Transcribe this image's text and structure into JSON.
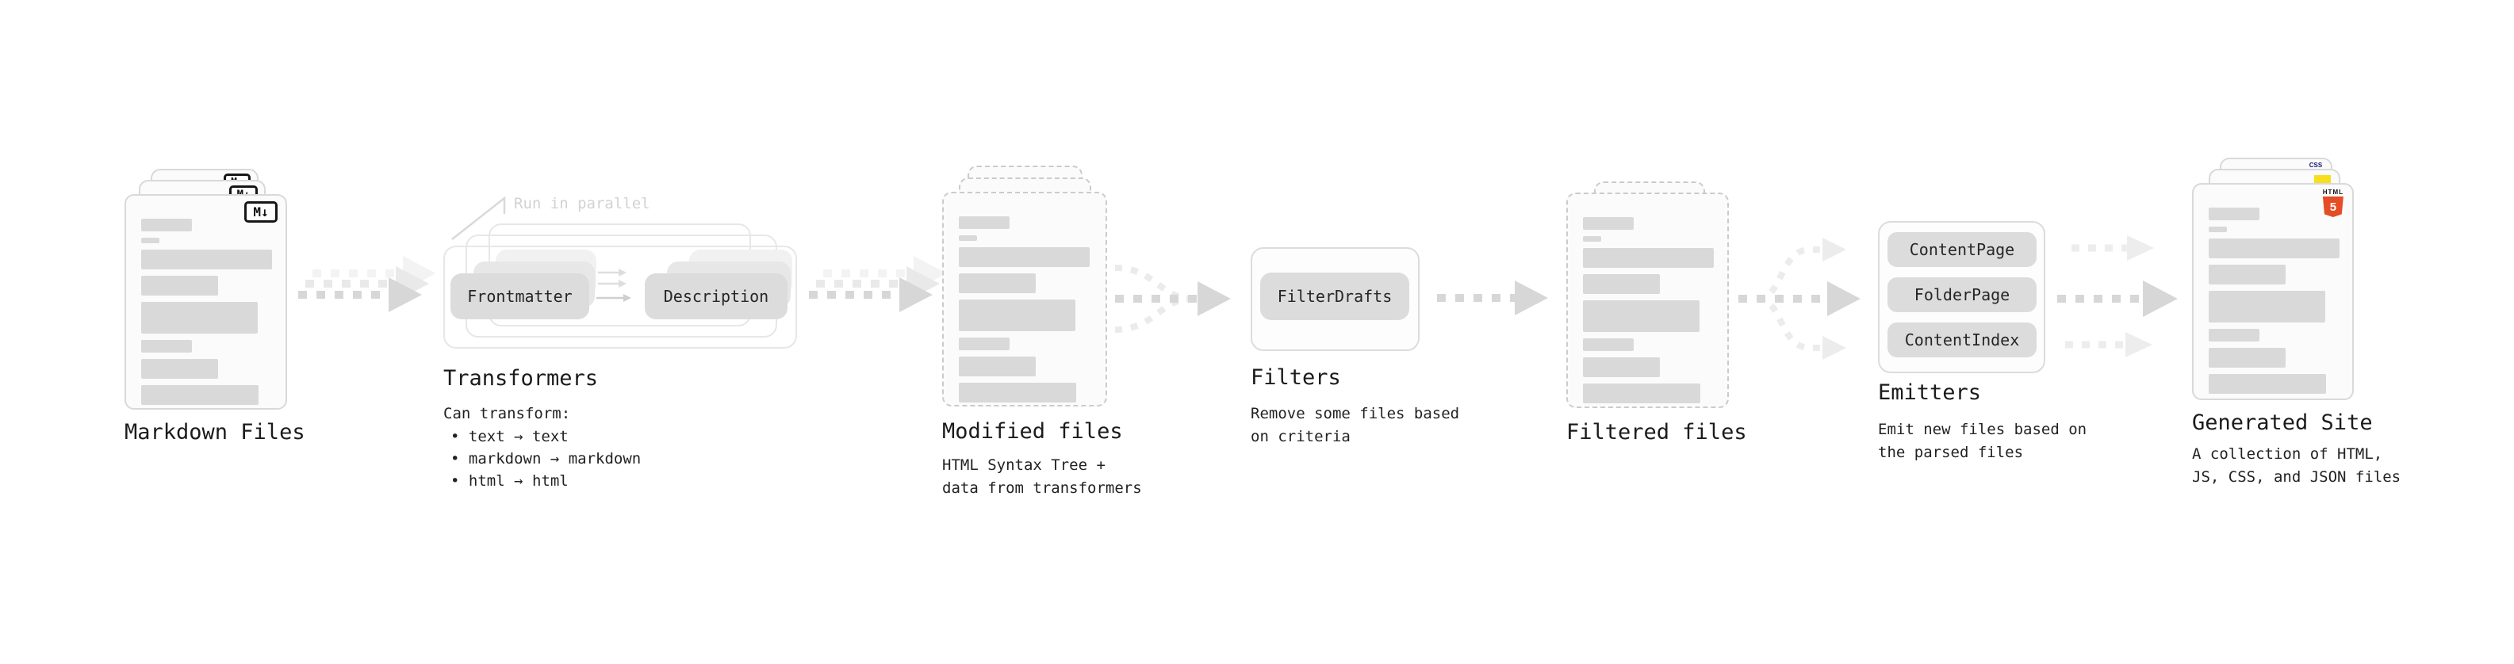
{
  "pipeline": {
    "markdown": {
      "label": "Markdown Files",
      "badge": "M↓"
    },
    "transformers": {
      "label": "Transformers",
      "parallel_note": "Run in parallel",
      "pill_left": "Frontmatter",
      "pill_right": "Description",
      "desc_heading": "Can transform:",
      "bullets": [
        "• text → text",
        "• markdown → markdown",
        "• html → html"
      ]
    },
    "modified": {
      "label": "Modified files",
      "desc": "HTML Syntax Tree +\ndata from transformers"
    },
    "filters": {
      "label": "Filters",
      "pill": "FilterDrafts",
      "desc": "Remove some files based\non criteria"
    },
    "filtered": {
      "label": "Filtered files"
    },
    "emitters": {
      "label": "Emitters",
      "pills": [
        "ContentPage",
        "FolderPage",
        "ContentIndex"
      ],
      "desc": "Emit new files based on\nthe parsed files"
    },
    "site": {
      "label": "Generated Site",
      "desc": "A collection of HTML,\nJS, CSS, and JSON files",
      "html_icon_caption": "HTML",
      "html_icon_number": "5",
      "css_icon_text": "CSS"
    }
  },
  "colors": {
    "html5_orange": "#e44d26",
    "js_yellow": "#f7df1e",
    "css_blue": "#2962ef",
    "arrow_gray": "#d7d7d7",
    "pill_gray": "#dcdcdc",
    "skeleton_gray": "#d9d9d9"
  }
}
